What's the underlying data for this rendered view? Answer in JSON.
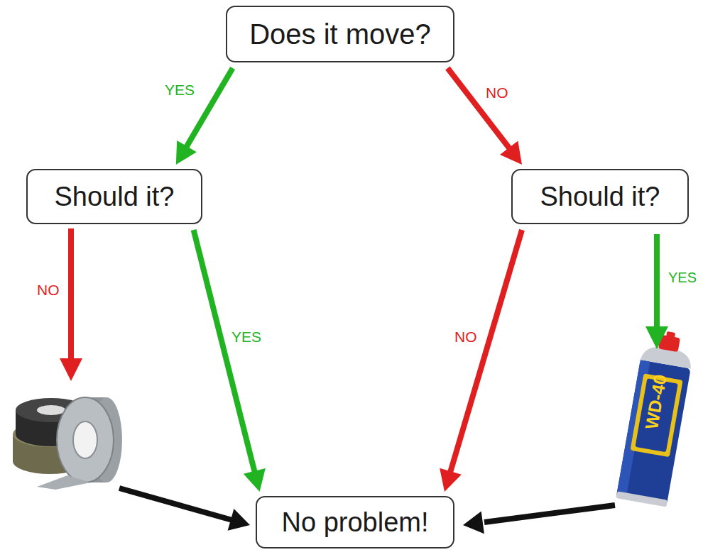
{
  "diagram": {
    "nodes": [
      {
        "text": [
          "Does it move?"
        ]
      },
      {
        "text": [
          "Should it?"
        ]
      },
      {
        "text": [
          "Should it?"
        ]
      },
      {
        "text": [
          "No problem!"
        ]
      }
    ],
    "edges": [
      {
        "from": 0,
        "to": 1,
        "label": "YES",
        "arrow": "to"
      },
      {
        "from": 0,
        "to": 2,
        "label": "NO",
        "arrow": "to"
      },
      {
        "from": 1,
        "to": 3,
        "label": "YES",
        "arrow": "to"
      },
      {
        "from": 2,
        "to": 3,
        "label": "NO",
        "arrow": "to"
      }
    ],
    "labels": [
      "NO",
      "YES",
      "WD-40"
    ]
  }
}
